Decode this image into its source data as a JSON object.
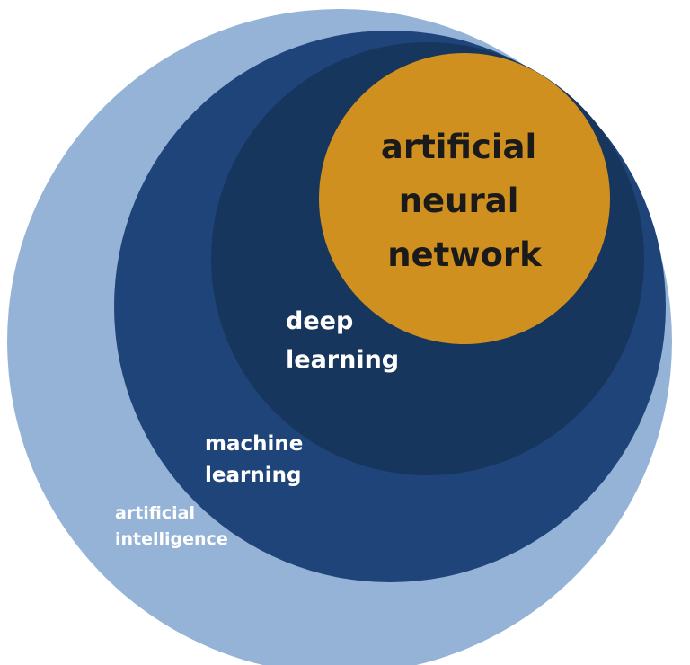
{
  "diagram": {
    "sets": [
      {
        "id": "ai",
        "lines": [
          "artificial",
          "intelligence"
        ],
        "fill": "#95b3d7",
        "text_color": "#ffffff"
      },
      {
        "id": "ml",
        "lines": [
          "machine",
          "learning"
        ],
        "fill": "#1f4479",
        "text_color": "#ffffff"
      },
      {
        "id": "dl",
        "lines": [
          "deep",
          "learning"
        ],
        "fill": "#17365d",
        "text_color": "#ffffff"
      },
      {
        "id": "ann",
        "lines": [
          "artificial",
          "neural",
          "network"
        ],
        "fill": "#d0901f",
        "text_color": "#1a1a1a"
      }
    ]
  }
}
